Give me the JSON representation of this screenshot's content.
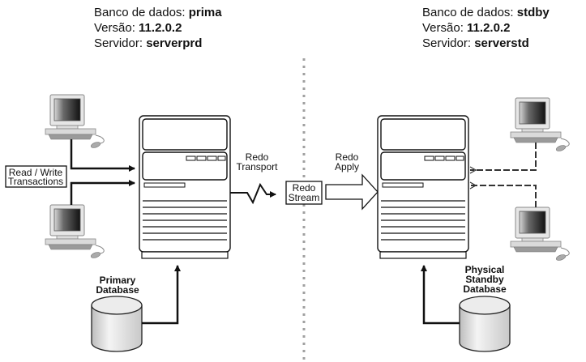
{
  "primary_info": {
    "db_label": "Banco  de dados:",
    "db_value": "prima",
    "version_label": "Versão:",
    "version_value": "11.2.0.2",
    "server_label": "Servidor:",
    "server_value": "serverprd"
  },
  "standby_info": {
    "db_label": "Banco  de dados:",
    "db_value": "stdby",
    "version_label": "Versão:",
    "version_value": "11.2.0.2",
    "server_label": "Servidor:",
    "server_value": "serverstd"
  },
  "labels": {
    "read_write_line1": "Read / Write",
    "read_write_line2": "Transactions",
    "redo_transport_line1": "Redo",
    "redo_transport_line2": "Transport",
    "redo_stream_line1": "Redo",
    "redo_stream_line2": "Stream",
    "redo_apply_line1": "Redo",
    "redo_apply_line2": "Apply",
    "primary_db_line1": "Primary",
    "primary_db_line2": "Database",
    "standby_db_line1": "Physical",
    "standby_db_line2": "Standby",
    "standby_db_line3": "Database"
  },
  "icons": {
    "client": "desktop-computer-icon",
    "server": "server-tower-icon",
    "database": "database-cylinder-icon"
  },
  "colors": {
    "line": "#111111",
    "divider": "#a0a0a0"
  }
}
